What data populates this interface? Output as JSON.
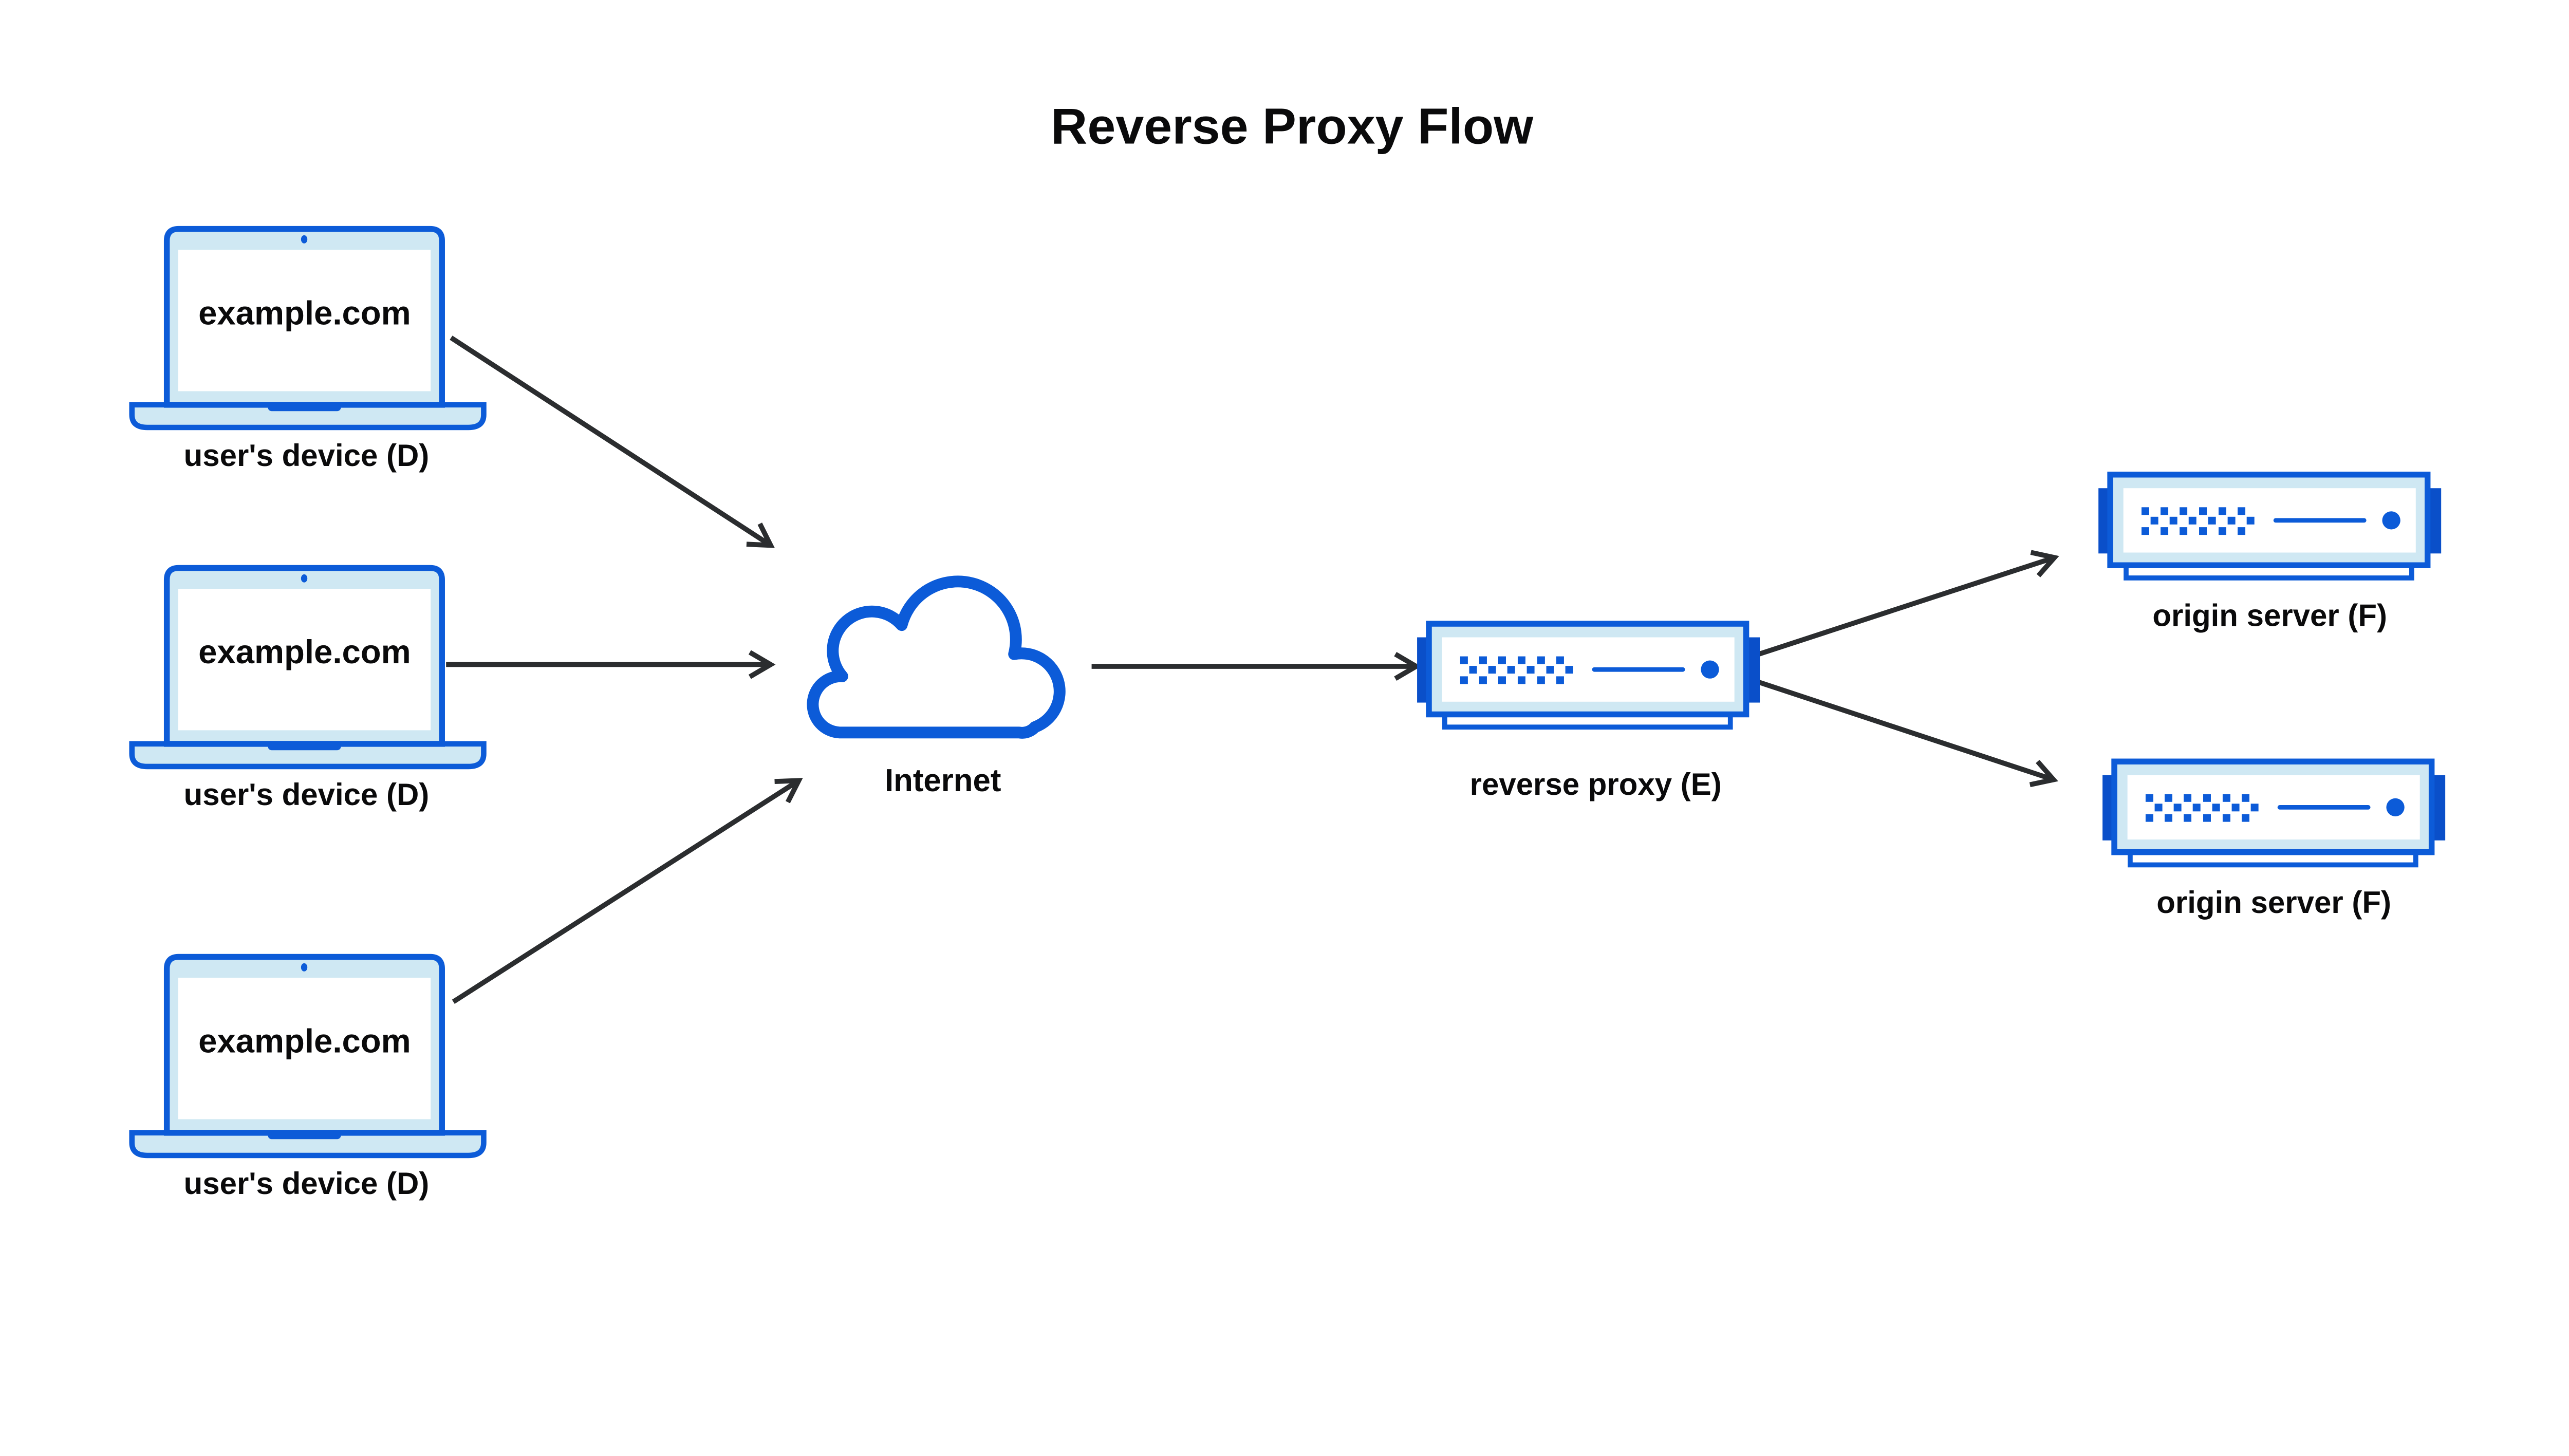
{
  "title": "Reverse Proxy Flow",
  "colors": {
    "accent": "#0C5BD8",
    "accent_dark": "#0A4FC9",
    "light_fill": "#CFE8F3",
    "arrow": "#2B2D2F",
    "text": "#0A0A0B",
    "canvas": "#FFFFFF"
  },
  "nodes": {
    "devices": [
      {
        "id": "user-device-1",
        "screen_text": "example.com",
        "label": "user's device (D)"
      },
      {
        "id": "user-device-2",
        "screen_text": "example.com",
        "label": "user's device (D)"
      },
      {
        "id": "user-device-3",
        "screen_text": "example.com",
        "label": "user's device (D)"
      }
    ],
    "internet": {
      "id": "internet",
      "label": "Internet"
    },
    "proxy": {
      "id": "reverse-proxy",
      "label": "reverse proxy (E)"
    },
    "origins": [
      {
        "id": "origin-server-1",
        "label": "origin server (F)"
      },
      {
        "id": "origin-server-2",
        "label": "origin server (F)"
      }
    ]
  },
  "edges": [
    {
      "from": "user-device-1",
      "to": "internet"
    },
    {
      "from": "user-device-2",
      "to": "internet"
    },
    {
      "from": "user-device-3",
      "to": "internet"
    },
    {
      "from": "internet",
      "to": "reverse-proxy"
    },
    {
      "from": "reverse-proxy",
      "to": "origin-server-1"
    },
    {
      "from": "reverse-proxy",
      "to": "origin-server-2"
    }
  ]
}
